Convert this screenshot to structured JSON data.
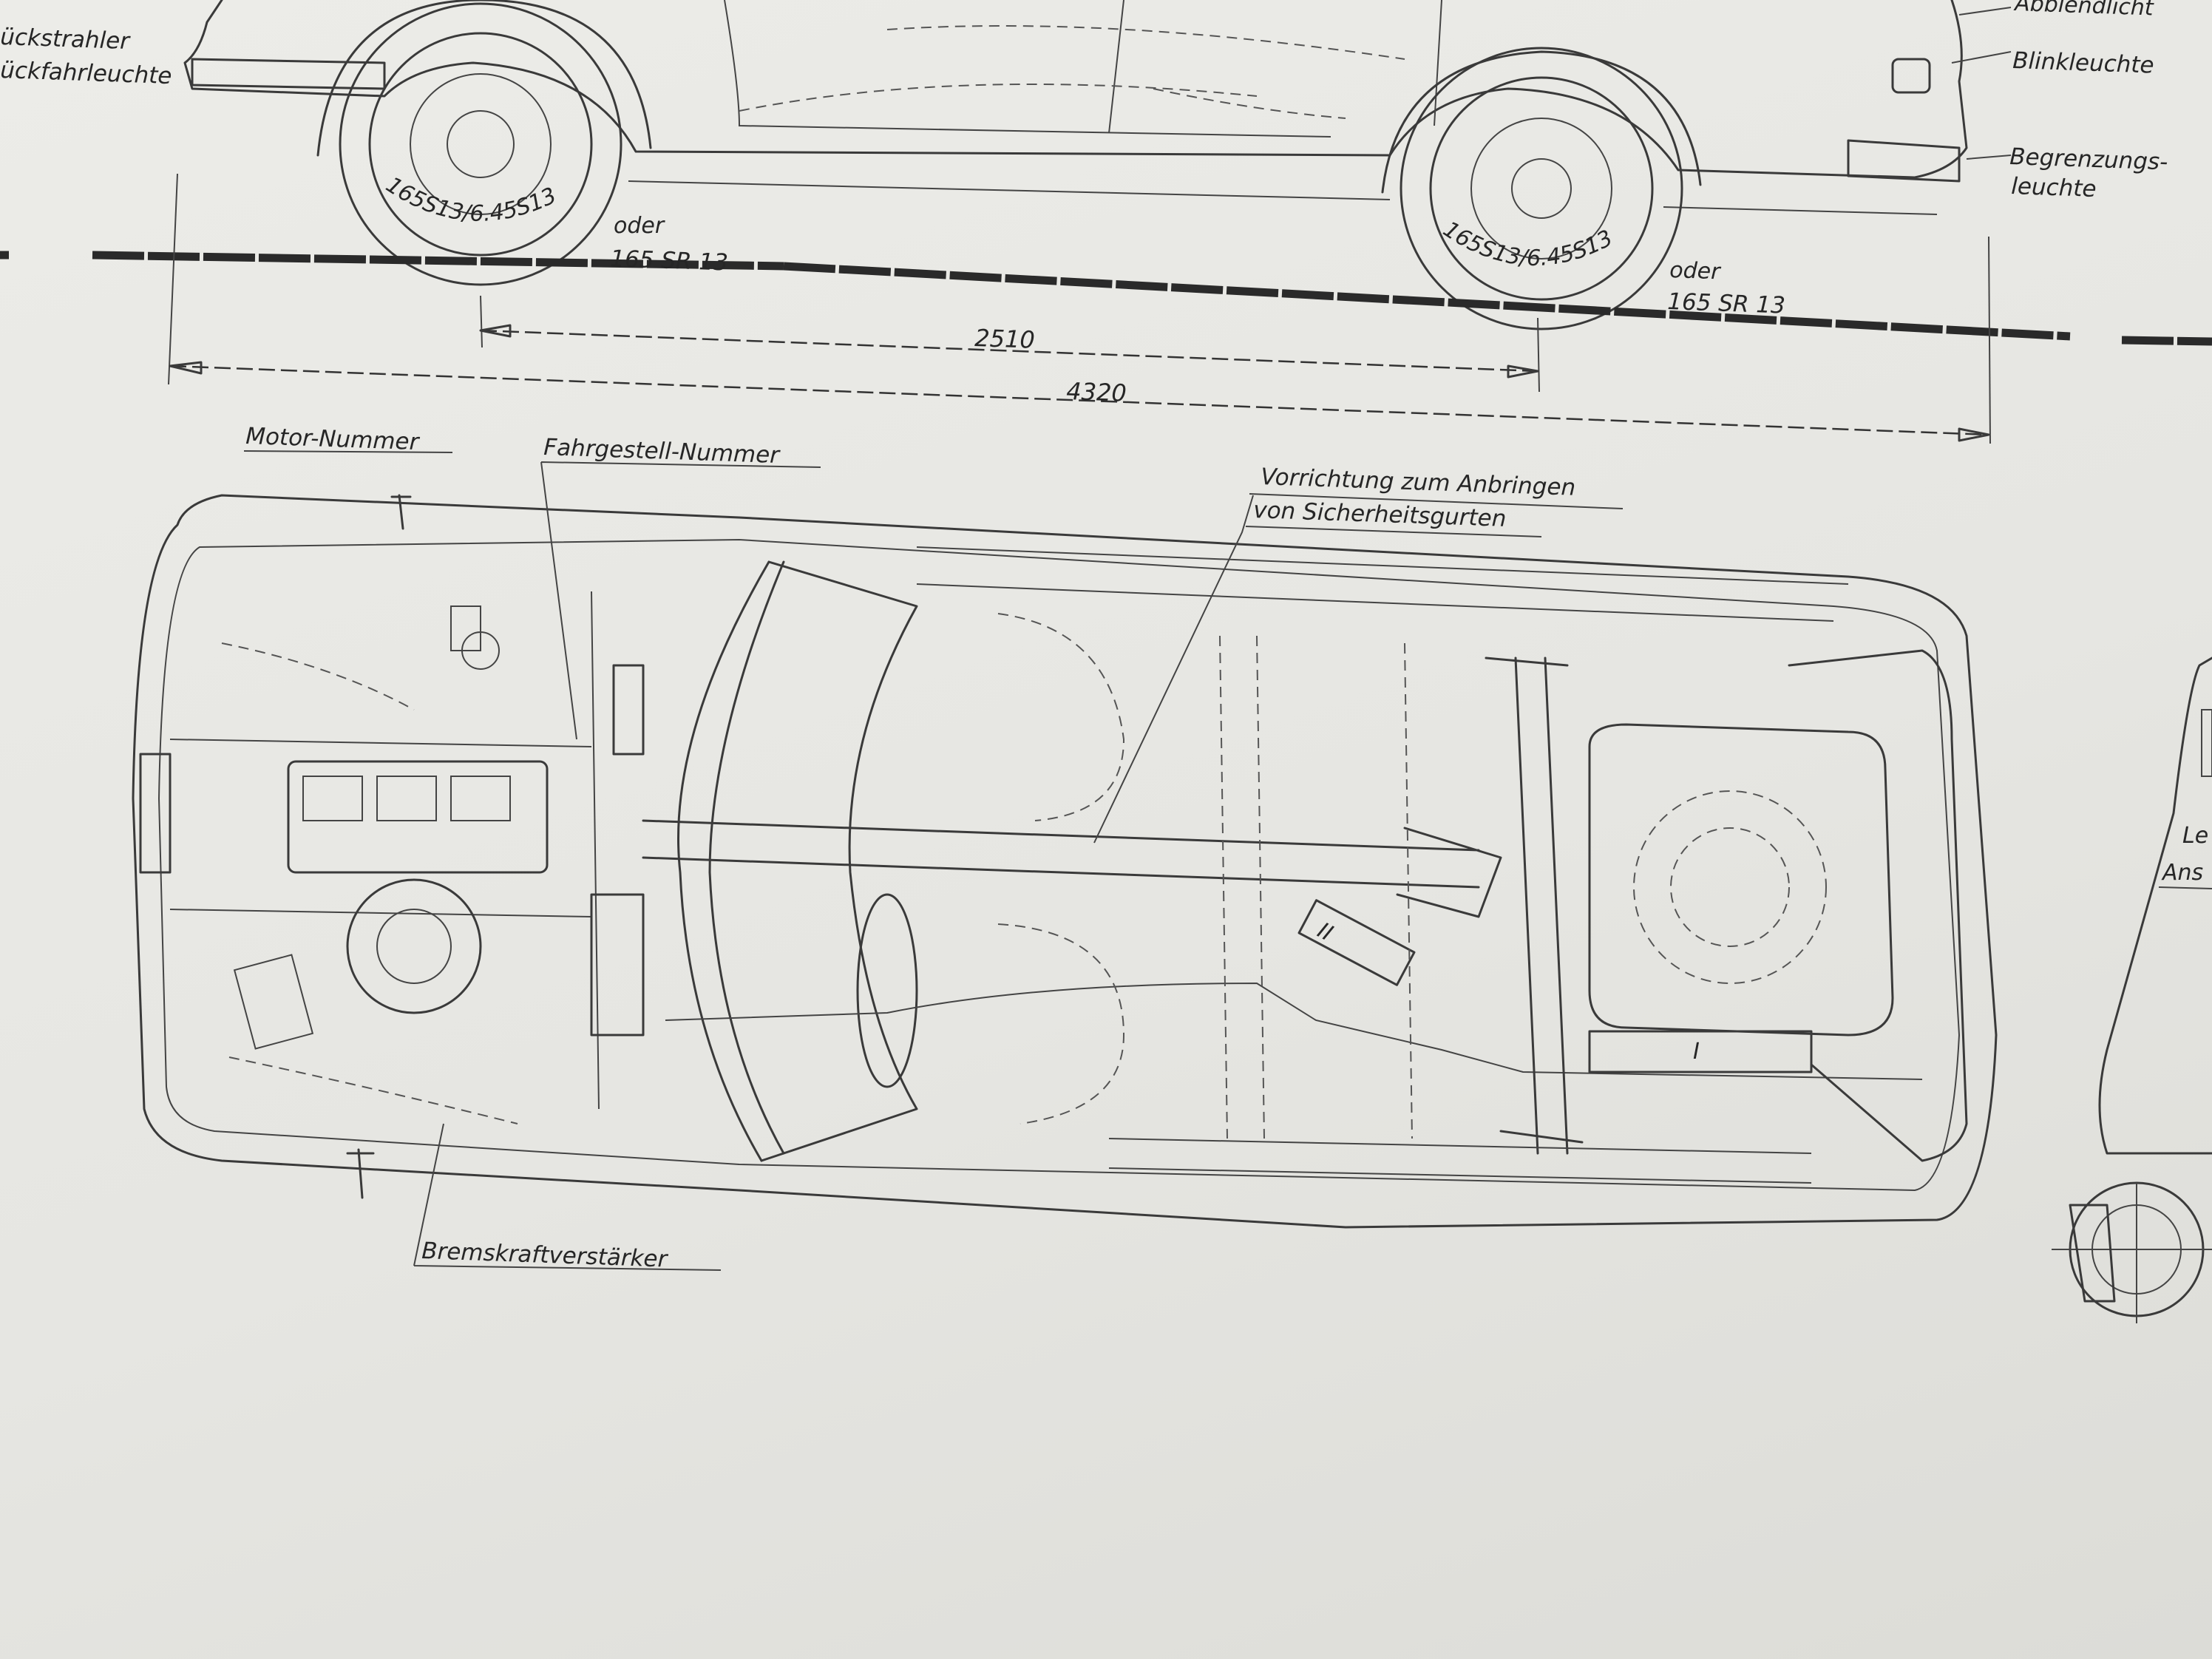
{
  "side_view": {
    "labels": {
      "rueckstrahler": "ückstrahler",
      "rueckfahrleuchte": "ückfahrleuchte",
      "abblendlicht": "Abblendlicht",
      "blinkleuchte": "Blinkleuchte",
      "begrenzungs": "Begrenzungs-",
      "leuchte": "leuchte"
    },
    "rear_tire": {
      "size": "165S13/6.45S13",
      "alt_word": "oder",
      "alt_size": "165 SR 13"
    },
    "front_tire": {
      "size": "165S13/6.45S13",
      "alt_word": "oder",
      "alt_size": "165 SR 13"
    }
  },
  "dimensions": {
    "wheelbase": "2510",
    "overall_length": "4320"
  },
  "top_view": {
    "labels": {
      "motor_nummer": "Motor-Nummer",
      "fahrgestell_nummer": "Fahrgestell-Nummer",
      "vorrichtung_line1": "Vorrichtung zum Anbringen",
      "vorrichtung_line2": "von Sicherheitsgurten",
      "bremskraftverstaerker": "Bremskraftverstärker"
    },
    "muffler_marks": {
      "front": "II",
      "rear": "I"
    }
  },
  "right_partial": {
    "fragment_1": "Le",
    "fragment_2": "Ans"
  }
}
